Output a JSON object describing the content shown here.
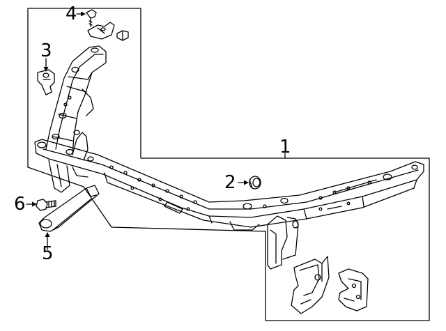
{
  "diagram": {
    "part_callouts": [
      {
        "number": "1",
        "part": "radiator-support-assembly"
      },
      {
        "number": "2",
        "part": "bumper-grommet"
      },
      {
        "number": "3",
        "part": "upper-bracket"
      },
      {
        "number": "4",
        "part": "screw-and-clip"
      },
      {
        "number": "5",
        "part": "support-brace"
      },
      {
        "number": "6",
        "part": "bolt"
      }
    ],
    "line_color": "#000000",
    "background": "#ffffff"
  }
}
